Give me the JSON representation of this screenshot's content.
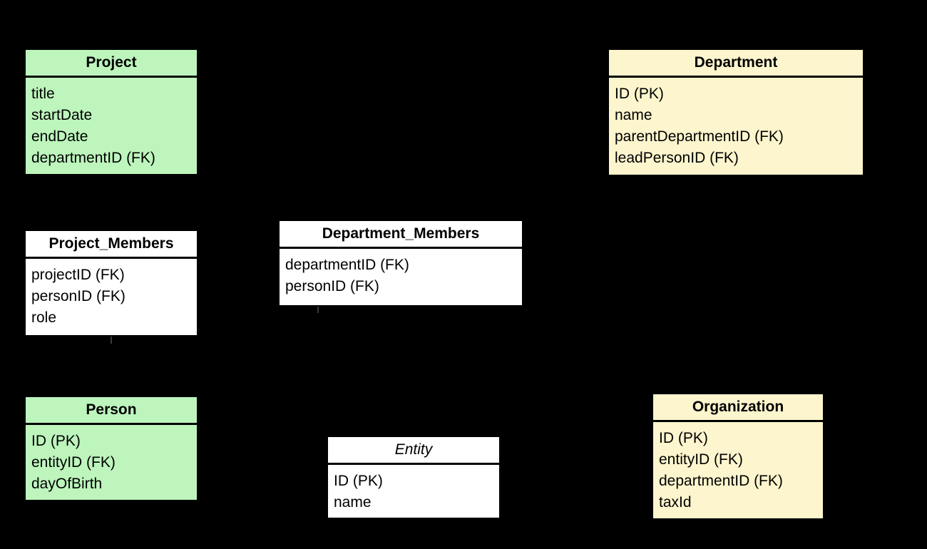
{
  "diagram": {
    "background_color": "#000000",
    "palette": {
      "green": "#bdf5bd",
      "yellow": "#fcf5cd",
      "white": "#ffffff",
      "line": "#000000"
    },
    "entities": [
      {
        "id": "project",
        "title": "Project",
        "fill": "green",
        "abstract": false,
        "attributes": [
          "title",
          "startDate",
          "endDate",
          "departmentID (FK)"
        ]
      },
      {
        "id": "department",
        "title": "Department",
        "fill": "yellow",
        "abstract": false,
        "attributes": [
          "ID (PK)",
          "name",
          "parentDepartmentID (FK)",
          "leadPersonID (FK)"
        ]
      },
      {
        "id": "project_members",
        "title": "Project_Members",
        "fill": "white",
        "abstract": false,
        "attributes": [
          "projectID (FK)",
          "personID (FK)",
          "role"
        ]
      },
      {
        "id": "department_members",
        "title": "Department_Members",
        "fill": "white",
        "abstract": false,
        "attributes": [
          "departmentID (FK)",
          "personID (FK)"
        ]
      },
      {
        "id": "person",
        "title": "Person",
        "fill": "green",
        "abstract": false,
        "attributes": [
          "ID (PK)",
          "entityID (FK)",
          "dayOfBirth"
        ]
      },
      {
        "id": "entity",
        "title": "Entity",
        "fill": "white",
        "abstract": true,
        "attributes": [
          "ID (PK)",
          "name"
        ]
      },
      {
        "id": "organization",
        "title": "Organization",
        "fill": "yellow",
        "abstract": false,
        "attributes": [
          "ID (PK)",
          "entityID (FK)",
          "departmentID (FK)",
          "taxId"
        ]
      }
    ]
  }
}
